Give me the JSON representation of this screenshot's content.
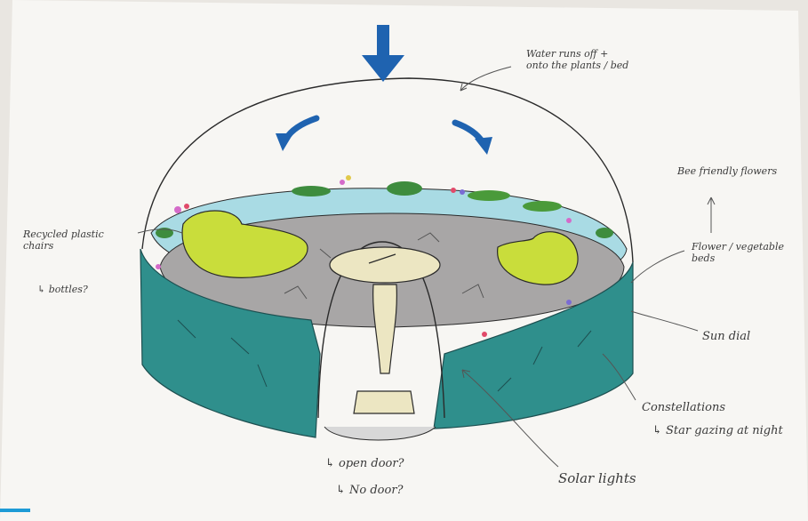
{
  "annotations": {
    "water_runs": "Water runs off +\nonto the plants / bed",
    "bee_flowers": "Bee friendly flowers",
    "flower_beds": "Flower / vegetable\nbeds",
    "recycled_chairs": "Recycled plastic\nchairs",
    "bottles": "↳ bottles?",
    "sun_dial": "Sun dial",
    "constellations": "Constellations",
    "star_gazing": "↳ Star gazing at night",
    "solar_lights": "Solar lights",
    "open_door": "↳ open door?",
    "no_door": "↳ No door?"
  },
  "colors": {
    "paper": "#f7f6f3",
    "dome_arrow": "#1f63b0",
    "wall_teal": "#2f8f8c",
    "wall_dark": "#226f70",
    "water": "#a9dbe4",
    "floor": "#a8a6a6",
    "chair": "#c9dd3b",
    "sundial": "#ece6c2"
  }
}
